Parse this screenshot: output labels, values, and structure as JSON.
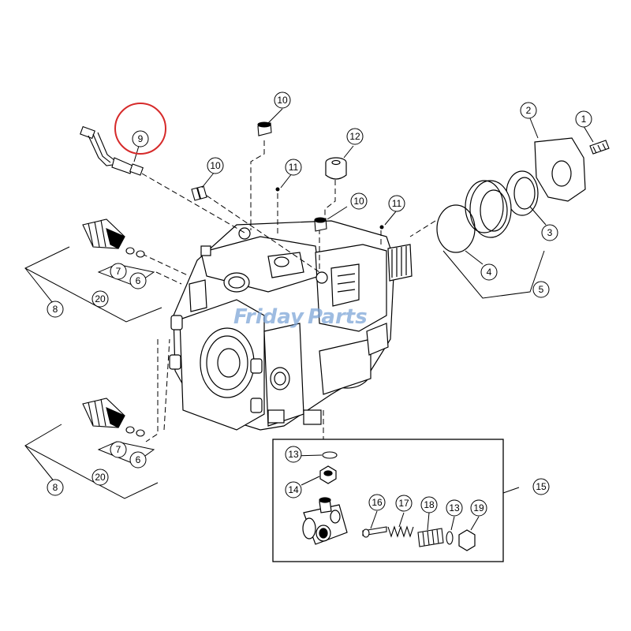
{
  "diagram": {
    "callouts": {
      "c1": "1",
      "c2": "2",
      "c3": "3",
      "c4": "4",
      "c5": "5",
      "c6a": "6",
      "c6b": "6",
      "c7a": "7",
      "c7b": "7",
      "c8a": "8",
      "c8b": "8",
      "c9": "9",
      "c10a": "10",
      "c10b": "10",
      "c10c": "10",
      "c11a": "11",
      "c11b": "11",
      "c12": "12",
      "c13a": "13",
      "c13b": "13",
      "c14": "14",
      "c15": "15",
      "c16": "16",
      "c17": "17",
      "c18": "18",
      "c19": "19",
      "c20a": "20",
      "c20b": "20"
    },
    "watermark": {
      "part1": "Friday",
      "part2": "Parts"
    },
    "colors": {
      "line": "#000000",
      "highlight": "#d62a2a",
      "watermark": "#7ea6d8",
      "body": "#ffffff"
    }
  }
}
